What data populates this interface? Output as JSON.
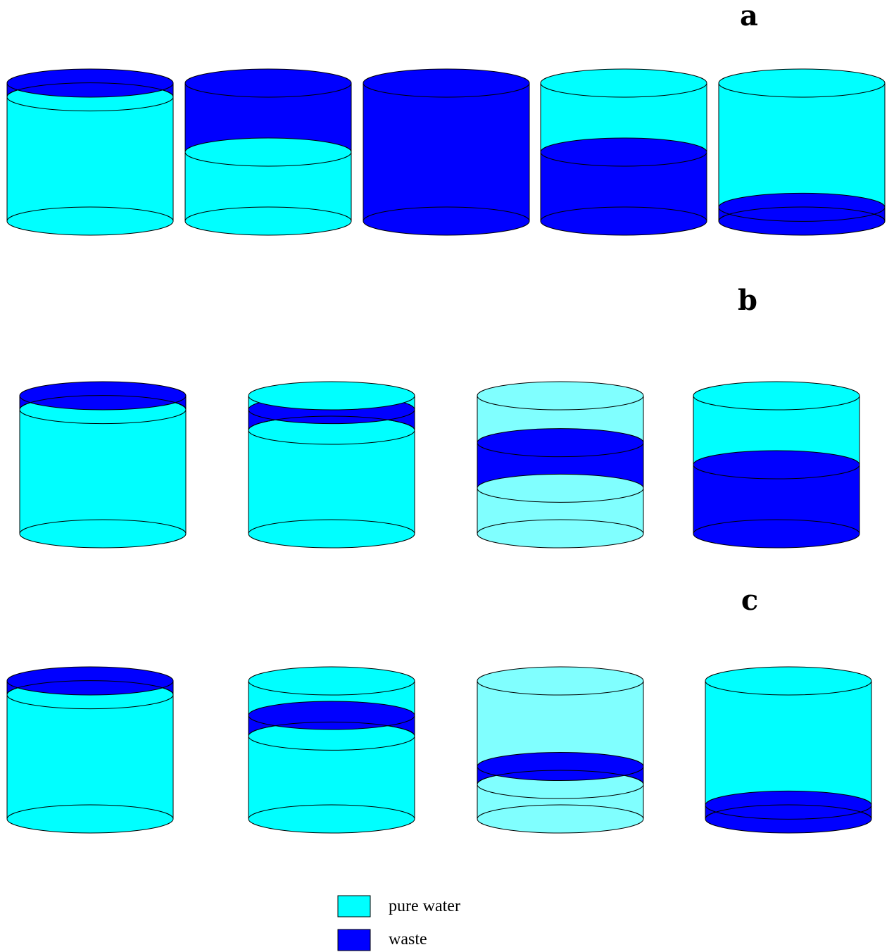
{
  "colors": {
    "pure_water": "#00ffff",
    "waste": "#0000ff",
    "light_water": "#80ffff",
    "outline": "#000000"
  },
  "panels": [
    {
      "label": "a",
      "tanks": [
        {
          "layers": [
            {
              "from": 0,
              "to": 0.9,
              "fill": "pure_water"
            },
            {
              "from": 0.9,
              "to": 1.0,
              "fill": "waste"
            }
          ]
        },
        {
          "layers": [
            {
              "from": 0,
              "to": 0.5,
              "fill": "pure_water"
            },
            {
              "from": 0.5,
              "to": 1.0,
              "fill": "waste"
            }
          ]
        },
        {
          "layers": [
            {
              "from": 0,
              "to": 1.0,
              "fill": "waste"
            }
          ]
        },
        {
          "layers": [
            {
              "from": 0,
              "to": 0.5,
              "fill": "waste"
            },
            {
              "from": 0.5,
              "to": 1.0,
              "fill": "pure_water"
            }
          ]
        },
        {
          "layers": [
            {
              "from": 0,
              "to": 0.1,
              "fill": "waste"
            },
            {
              "from": 0.1,
              "to": 1.0,
              "fill": "pure_water"
            }
          ]
        }
      ]
    },
    {
      "label": "b",
      "tanks": [
        {
          "layers": [
            {
              "from": 0,
              "to": 0.9,
              "fill": "pure_water"
            },
            {
              "from": 0.9,
              "to": 1.0,
              "fill": "waste"
            }
          ]
        },
        {
          "layers": [
            {
              "from": 0,
              "to": 0.75,
              "fill": "pure_water"
            },
            {
              "from": 0.75,
              "to": 0.9,
              "fill": "waste"
            },
            {
              "from": 0.9,
              "to": 1.0,
              "fill": "pure_water"
            }
          ]
        },
        {
          "layers": [
            {
              "from": 0,
              "to": 0.33,
              "fill": "light_water"
            },
            {
              "from": 0.33,
              "to": 0.66,
              "fill": "waste"
            },
            {
              "from": 0.66,
              "to": 1.0,
              "fill": "light_water"
            }
          ]
        },
        {
          "layers": [
            {
              "from": 0,
              "to": 0.5,
              "fill": "waste"
            },
            {
              "from": 0.5,
              "to": 1.0,
              "fill": "pure_water"
            }
          ]
        }
      ]
    },
    {
      "label": "c",
      "tanks": [
        {
          "layers": [
            {
              "from": 0,
              "to": 0.9,
              "fill": "pure_water"
            },
            {
              "from": 0.9,
              "to": 1.0,
              "fill": "waste"
            }
          ]
        },
        {
          "layers": [
            {
              "from": 0,
              "to": 0.6,
              "fill": "pure_water"
            },
            {
              "from": 0.6,
              "to": 0.75,
              "fill": "waste"
            },
            {
              "from": 0.75,
              "to": 1.0,
              "fill": "pure_water"
            }
          ]
        },
        {
          "layers": [
            {
              "from": 0,
              "to": 0.25,
              "fill": "light_water"
            },
            {
              "from": 0.25,
              "to": 0.38,
              "fill": "waste"
            },
            {
              "from": 0.38,
              "to": 1.0,
              "fill": "light_water"
            }
          ]
        },
        {
          "layers": [
            {
              "from": 0,
              "to": 0.1,
              "fill": "waste"
            },
            {
              "from": 0.1,
              "to": 1.0,
              "fill": "pure_water"
            }
          ]
        }
      ]
    }
  ],
  "legend": {
    "items": [
      {
        "label": "pure water",
        "fill": "pure_water"
      },
      {
        "label": "waste",
        "fill": "waste"
      }
    ]
  }
}
